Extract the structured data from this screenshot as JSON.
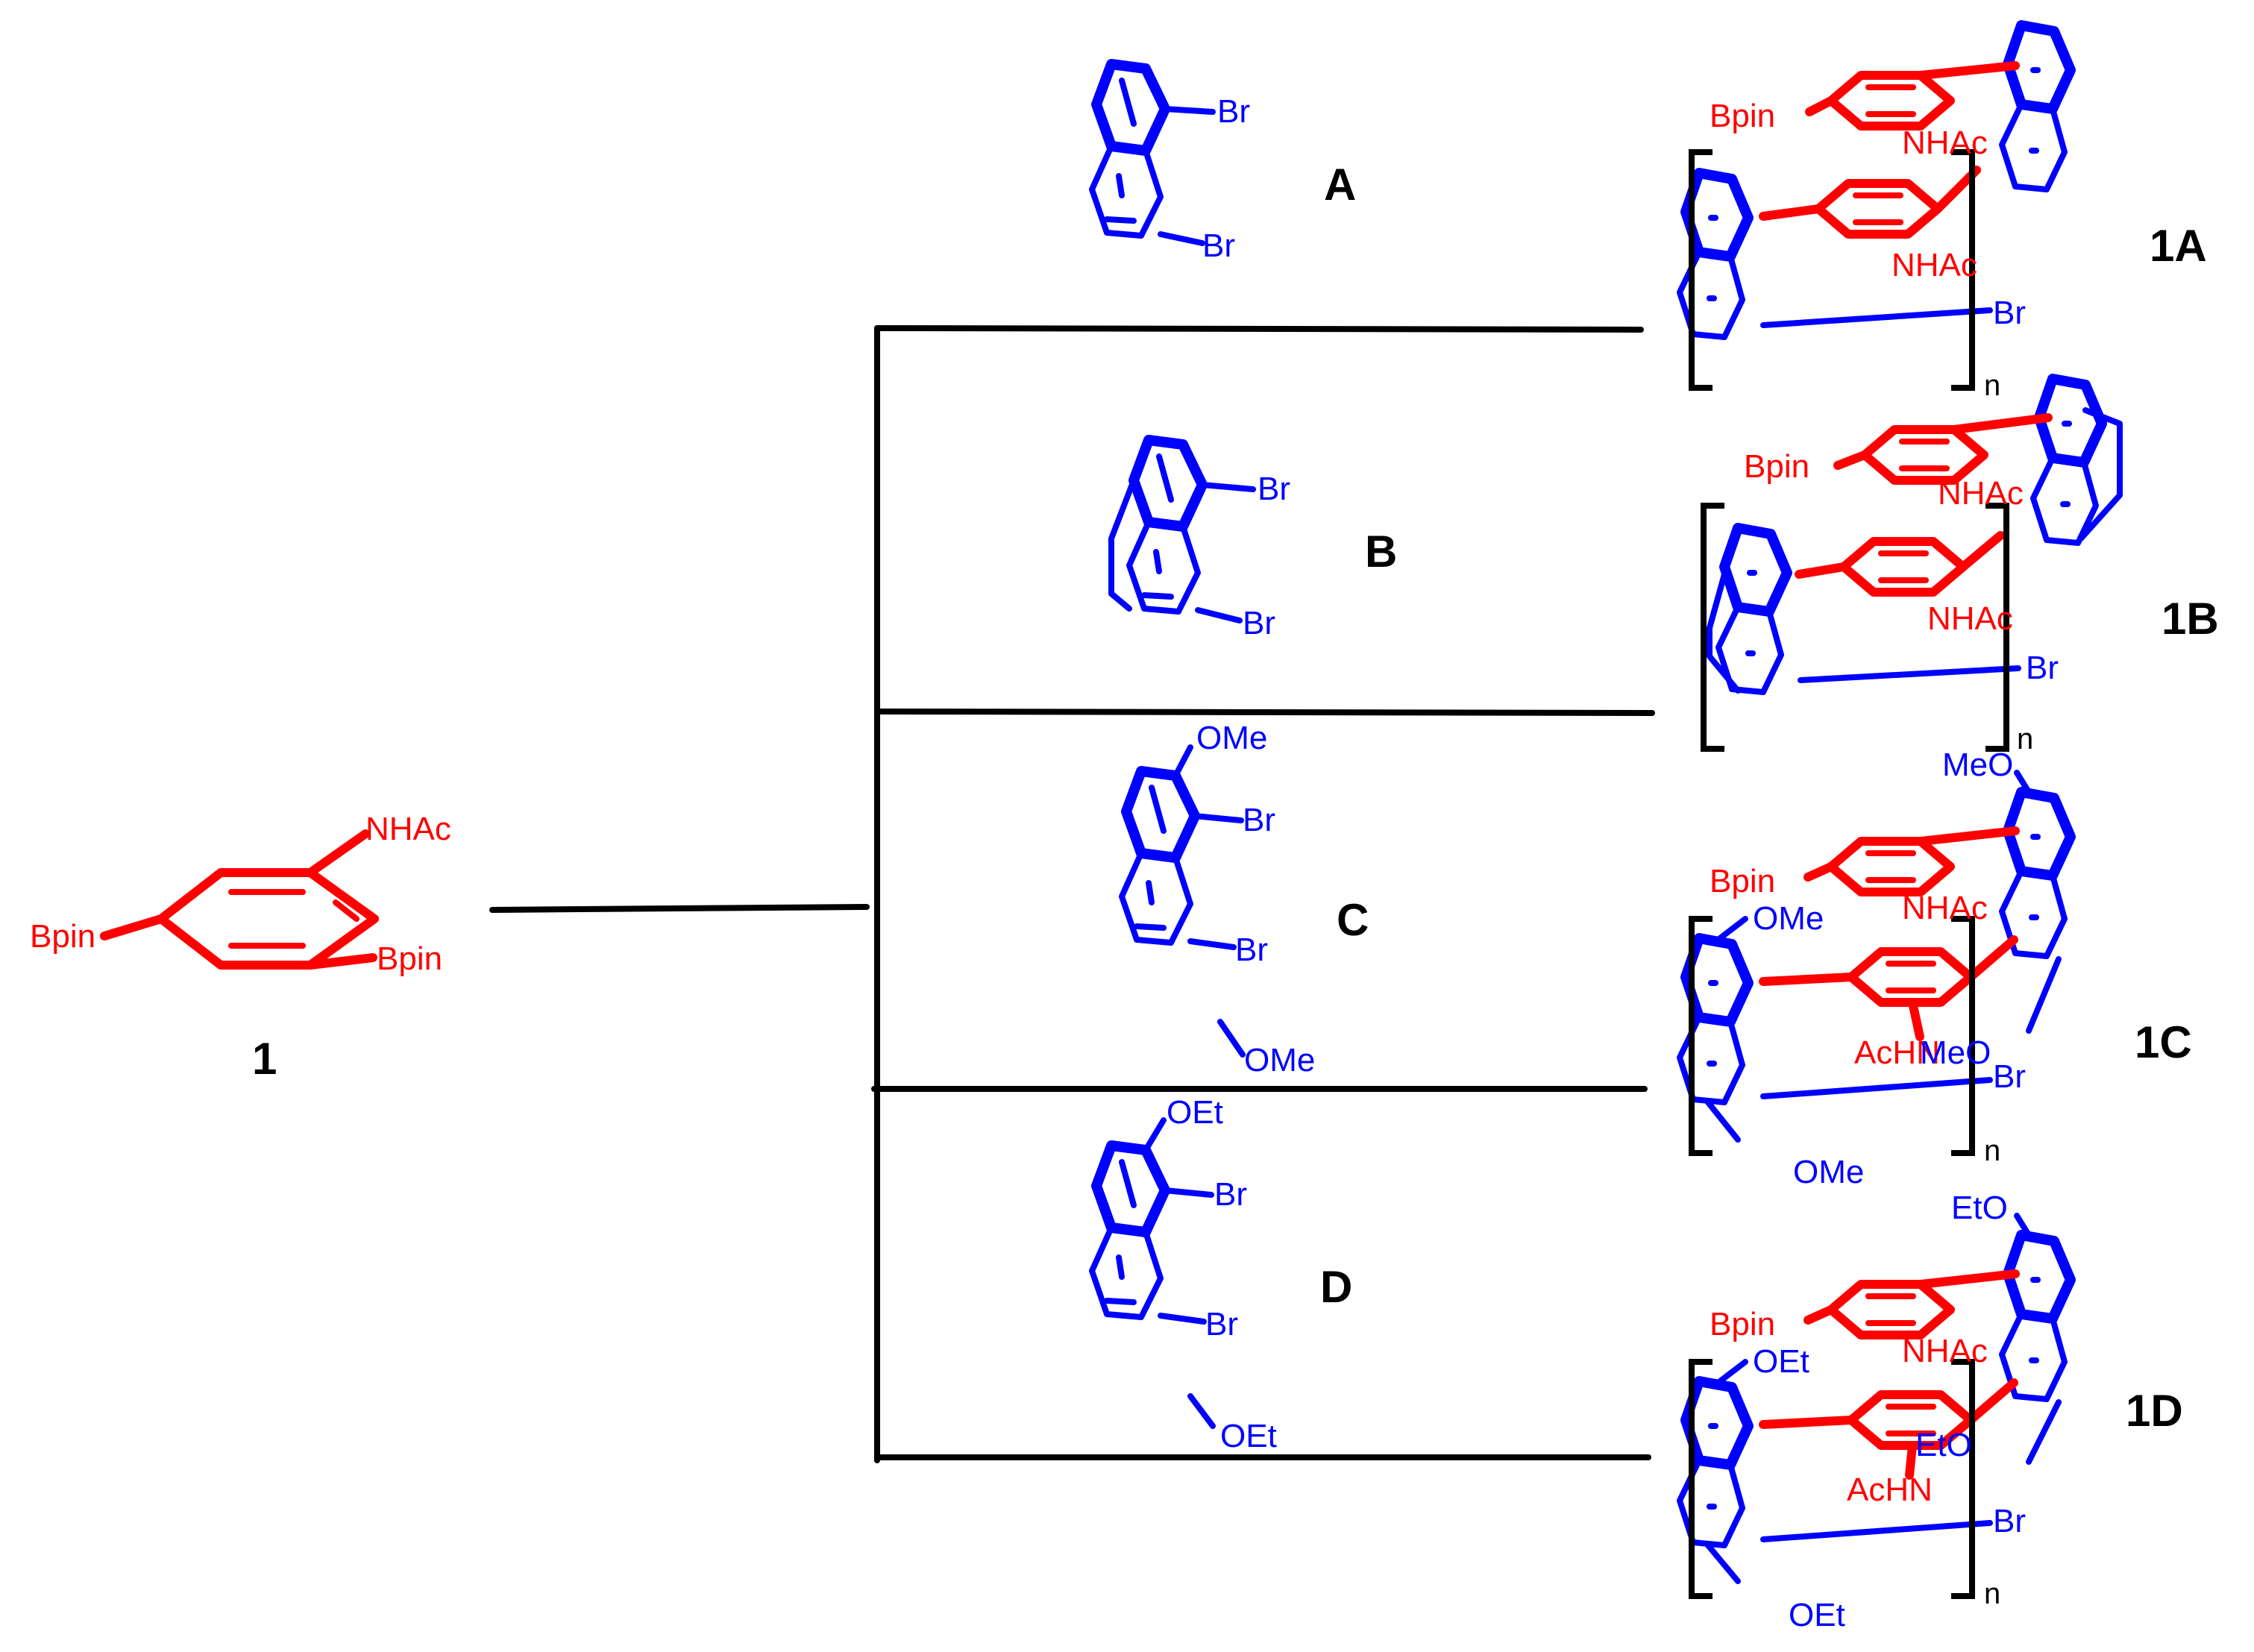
{
  "starting_material": {
    "compound_label": "1",
    "substituents": {
      "top": "NHAc",
      "left": "Bpin",
      "bottom": "Bpin"
    }
  },
  "reagents": [
    {
      "letter": "A",
      "subs": [
        "Br",
        "Br"
      ]
    },
    {
      "letter": "B",
      "subs": [
        "Br",
        "Br"
      ]
    },
    {
      "letter": "C",
      "subs": [
        "OMe",
        "Br",
        "Br",
        "OMe"
      ]
    },
    {
      "letter": "D",
      "subs": [
        "OEt",
        "Br",
        "Br",
        "OEt"
      ]
    }
  ],
  "products": [
    {
      "compound_label": "1A",
      "repeat": "n",
      "labels": {
        "bpin": "Bpin",
        "nhac_top": "NHAc",
        "nhac_mid": "NHAc",
        "br": "Br"
      }
    },
    {
      "compound_label": "1B",
      "repeat": "n",
      "labels": {
        "bpin": "Bpin",
        "nhac_top": "NHAc",
        "nhac_mid": "NHAc",
        "br": "Br"
      }
    },
    {
      "compound_label": "1C",
      "repeat": "n",
      "labels": {
        "bpin": "Bpin",
        "nhac_top": "NHAc",
        "achn": "AcHN",
        "br": "Br",
        "alkoxy_top_right": "MeO",
        "alkoxy_in_left": "OMe",
        "alkoxy_mid_right": "MeO",
        "alkoxy_bottom_left": "OMe"
      }
    },
    {
      "compound_label": "1D",
      "repeat": "n",
      "labels": {
        "bpin": "Bpin",
        "nhac_top": "NHAc",
        "achn": "AcHN",
        "br": "Br",
        "alkoxy_top_right": "EtO",
        "alkoxy_in_left": "OEt",
        "alkoxy_mid_right": "EtO",
        "alkoxy_bottom_left": "OEt"
      }
    }
  ],
  "colors": {
    "starting_material": "#ff0000",
    "reagent": "#0000ff",
    "arrows": "#000000"
  }
}
